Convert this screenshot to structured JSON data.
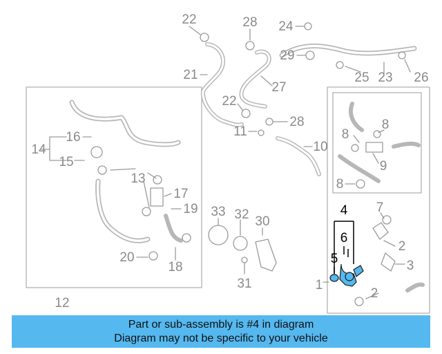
{
  "callouts": {
    "c1": "1",
    "c2a": "2",
    "c2b": "2",
    "c3": "3",
    "c4": "4",
    "c5": "5",
    "c6": "6",
    "c7": "7",
    "c8a": "8",
    "c8b": "8",
    "c8c": "8",
    "c9": "9",
    "c10": "10",
    "c11": "11",
    "c12": "12",
    "c13": "13",
    "c14": "14",
    "c15": "15",
    "c16": "16",
    "c17": "17",
    "c18": "18",
    "c19": "19",
    "c20": "20",
    "c21": "21",
    "c22a": "22",
    "c22b": "22",
    "c23": "23",
    "c24": "24",
    "c25": "25",
    "c26": "26",
    "c27": "27",
    "c28a": "28",
    "c28b": "28",
    "c29": "29",
    "c30": "30",
    "c31": "31",
    "c32": "32",
    "c33": "33"
  },
  "highlight": {
    "part_number": "4",
    "color": "#55b8ef"
  },
  "banner": {
    "line1": "Part or sub-assembly is #4 in diagram",
    "line2": "Diagram may not be specific to your vehicle",
    "color": "#55b8ef"
  }
}
